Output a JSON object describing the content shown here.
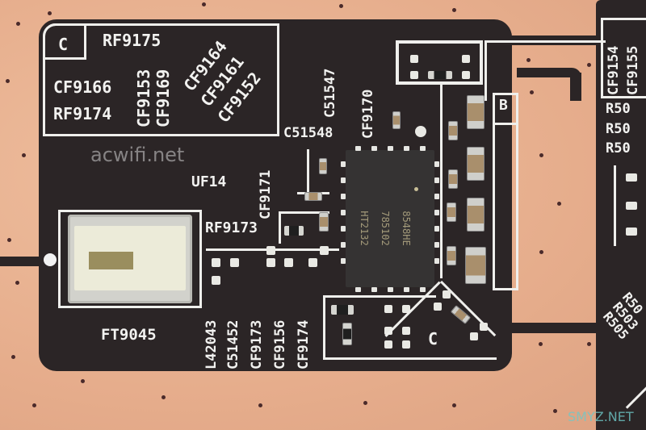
{
  "photo": {
    "subject": "PCB close-up with RF front-end module",
    "colors": {
      "substrate": "#e8b393",
      "solder_mask": "#2b2526",
      "silkscreen": "#efefec",
      "capacitor_body": "#a98f6c",
      "ic_package": "#353333",
      "ic_marking": "#a39a7a",
      "filter_lid": "#ecebd9"
    }
  },
  "watermarks": {
    "center": "acwifi.net",
    "bottom_right": "SMYZ.NET"
  },
  "silkscreen": {
    "zone_c_top_left": "C",
    "zone_b": "B",
    "zone_c_bottom": "C",
    "block_labels": {
      "rf9175": "RF9175",
      "cf9166": "CF9166",
      "rf9174": "RF9174",
      "cf9153": "CF9153",
      "cf9169": "CF9169",
      "cf9164": "CF9164",
      "cf9161": "CF9161",
      "cf9152": "CF9152"
    },
    "c51547": "C51547",
    "c51548": "C51548",
    "cf9170": "CF9170",
    "cf9171": "CF9171",
    "uf14": "UF14",
    "rf9173": "RF9173",
    "ft9045": "FT9045",
    "bottom_vertical": [
      "L42043",
      "C51452",
      "CF9173",
      "CF9156",
      "CF9174"
    ],
    "right_edge_vertical": [
      "CF9154",
      "CF9155"
    ],
    "right_edge_horizontal": [
      "R50",
      "R50",
      "R50"
    ],
    "right_edge_diagonal": [
      "R50",
      "R503",
      "R505"
    ]
  },
  "components": {
    "ic_main": {
      "marking_lines": [
        "8548HE",
        "785102",
        "HT2132"
      ]
    },
    "filter_ft9045": {
      "label": "FT9045"
    }
  }
}
